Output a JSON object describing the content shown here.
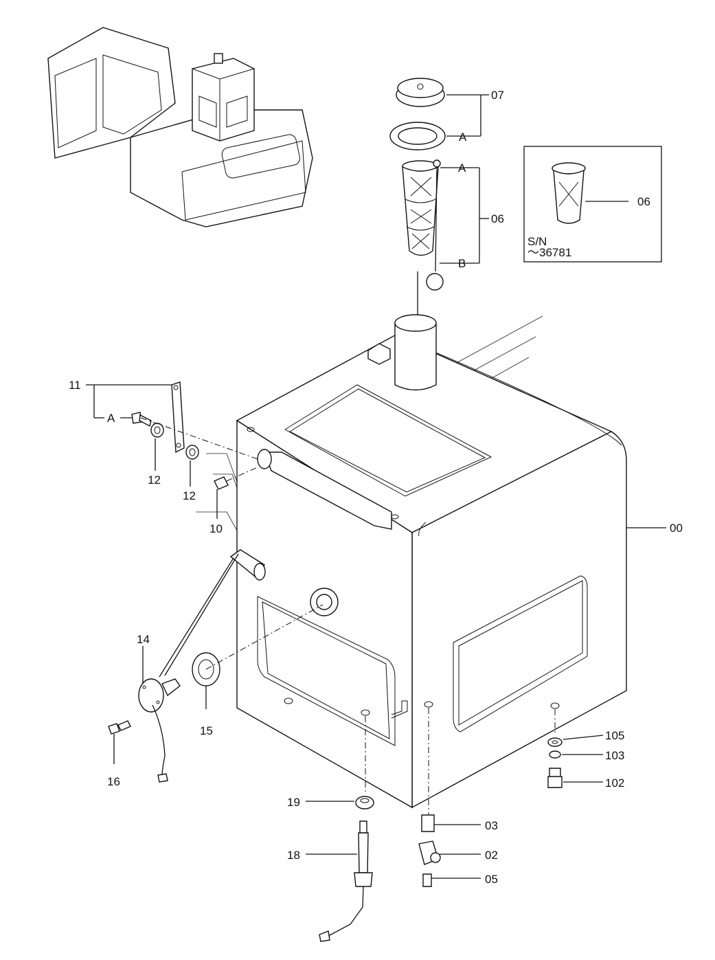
{
  "labels": {
    "p00": "00",
    "p02": "02",
    "p03": "03",
    "p05": "05",
    "p06_main": "06",
    "p06_inset": "06",
    "p07": "07",
    "p10": "10",
    "p11": "11",
    "p12a": "12",
    "p12b": "12",
    "p14": "14",
    "p15": "15",
    "p16": "16",
    "p18": "18",
    "p19": "19",
    "p102": "102",
    "p103": "103",
    "p105": "105"
  },
  "refs": {
    "a_top": "A",
    "a_mid": "A",
    "b": "B",
    "a_left": "A"
  },
  "inset": {
    "serial_label": "S/N",
    "serial_value": "～36781"
  }
}
